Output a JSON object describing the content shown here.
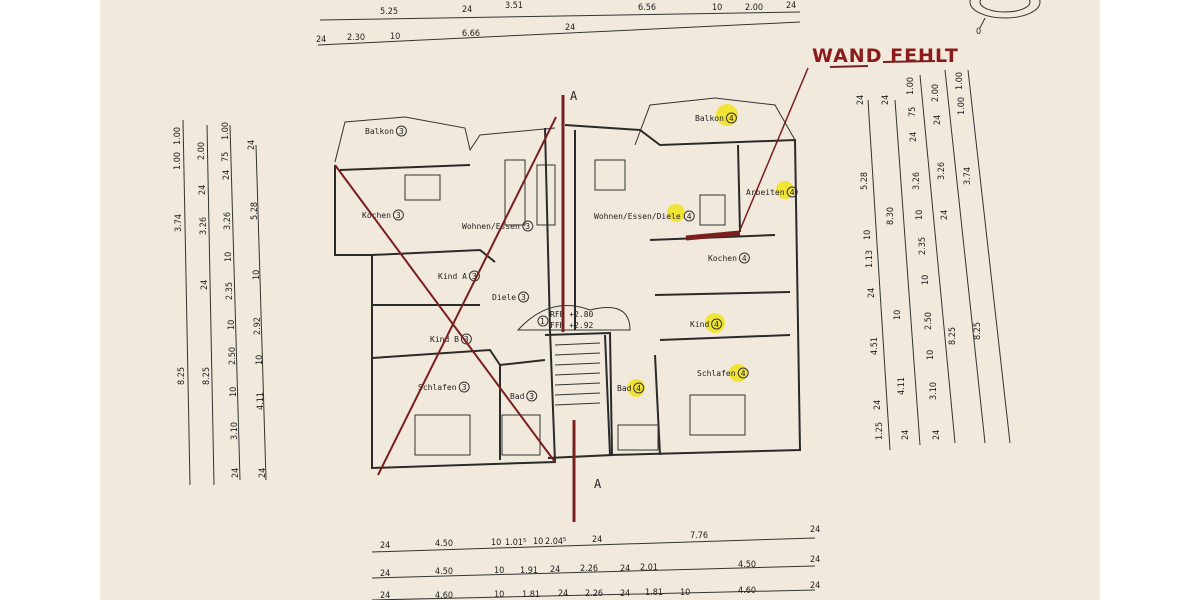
{
  "annotation": {
    "text": "WAND FEHLT",
    "color": "#8b1a1a"
  },
  "colors": {
    "paper": "#f1e9dc",
    "ink": "#2a2a2a",
    "red_pen": "#7a1f1f",
    "highlighter": "#f2e21a"
  },
  "section_marker": "A",
  "compass_label": "0",
  "level": {
    "circle": "1",
    "rfb": "RFB +2.80",
    "ffh": "FFH +2.92"
  },
  "units": {
    "left": {
      "number": "3",
      "crossed_out": true,
      "rooms": [
        {
          "name": "Balkon"
        },
        {
          "name": "Kochen"
        },
        {
          "name": "Wohnen/Essen"
        },
        {
          "name": "Kind A"
        },
        {
          "name": "Diele"
        },
        {
          "name": "Kind B"
        },
        {
          "name": "Schlafen"
        },
        {
          "name": "Bad"
        }
      ]
    },
    "right": {
      "number": "4",
      "highlighted": true,
      "rooms": [
        {
          "name": "Balkon"
        },
        {
          "name": "Wohnen/Essen/Diele"
        },
        {
          "name": "Arbeiten"
        },
        {
          "name": "Kochen"
        },
        {
          "name": "Kind"
        },
        {
          "name": "Schlafen"
        },
        {
          "name": "Bad"
        }
      ]
    }
  },
  "dimensions": {
    "top_row1": [
      "5.25",
      "24",
      "3.51",
      "6.56",
      "10",
      "2.00",
      "24"
    ],
    "top_row2": [
      "24",
      "2.30",
      "10",
      "6.66",
      "24"
    ],
    "bottom_row1": [
      "24",
      "4.50",
      "10",
      "1.01⁵",
      "10",
      "2.04⁵",
      "24",
      "7.76",
      "24"
    ],
    "bottom_row2": [
      "24",
      "4.50",
      "10",
      "1.91",
      "24",
      "2.26",
      "24",
      "2.01",
      "4.50",
      "24"
    ],
    "bottom_row3": [
      "24",
      "4.60",
      "10",
      "1.81",
      "24",
      "2.26",
      "24",
      "1.81",
      "10",
      "4.60",
      "24"
    ],
    "left_col1": [
      "1.00",
      "1.00",
      "3.74",
      "8.25"
    ],
    "left_col2": [
      "2.00",
      "24",
      "3.26",
      "24",
      "8.25"
    ],
    "left_col3": [
      "1.00",
      "75",
      "24",
      "3.26",
      "10",
      "2.35",
      "10",
      "2.50",
      "10",
      "3.10",
      "24"
    ],
    "left_col4": [
      "24",
      "5.28",
      "10",
      "2.92",
      "10",
      "4.11",
      "24"
    ],
    "right_col1": [
      "24",
      "5.28",
      "10",
      "1.13",
      "24",
      "4.51",
      "24",
      "1.25"
    ],
    "right_col2": [
      "24",
      "8.30",
      "10",
      "4.11",
      "24"
    ],
    "right_col3": [
      "1.00",
      "75",
      "24",
      "3.26",
      "10",
      "2.35",
      "10",
      "2.50",
      "10",
      "3.10",
      "24"
    ],
    "right_col4": [
      "2.00",
      "24",
      "3.26",
      "24",
      "8.25"
    ],
    "right_col5": [
      "1.00",
      "1.00",
      "3.74",
      "8.25"
    ]
  }
}
